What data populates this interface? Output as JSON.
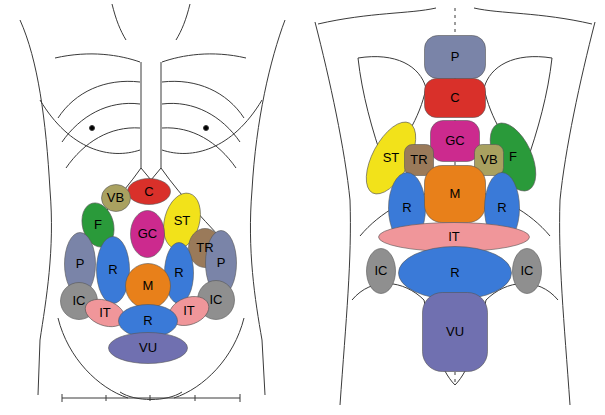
{
  "diagram": {
    "nodes": [
      {
        "text": [
          "C"
        ]
      },
      {
        "text": [
          "VB"
        ]
      },
      {
        "text": [
          "ST"
        ]
      },
      {
        "text": [
          "F"
        ]
      },
      {
        "text": [
          "GC"
        ]
      },
      {
        "text": [
          "TR"
        ]
      },
      {
        "text": [
          "P"
        ]
      },
      {
        "text": [
          "R"
        ]
      },
      {
        "text": [
          "R"
        ]
      },
      {
        "text": [
          "P"
        ]
      },
      {
        "text": [
          "M"
        ]
      },
      {
        "text": [
          "IC"
        ]
      },
      {
        "text": [
          "IC"
        ]
      },
      {
        "text": [
          "IT"
        ]
      },
      {
        "text": [
          "IT"
        ]
      },
      {
        "text": [
          "R"
        ]
      },
      {
        "text": [
          "VU"
        ]
      },
      {
        "text": [
          "P"
        ]
      },
      {
        "text": [
          "C"
        ]
      },
      {
        "text": [
          "GC"
        ]
      },
      {
        "text": [
          "F"
        ]
      },
      {
        "text": [
          "ST"
        ]
      },
      {
        "text": [
          "TR"
        ]
      },
      {
        "text": [
          "VB"
        ]
      },
      {
        "text": [
          "R"
        ]
      },
      {
        "text": [
          "M"
        ]
      },
      {
        "text": [
          "R"
        ]
      },
      {
        "text": [
          "IT"
        ]
      },
      {
        "text": [
          "IC"
        ]
      },
      {
        "text": [
          "R"
        ]
      },
      {
        "text": [
          "IC"
        ]
      },
      {
        "text": [
          "VU"
        ]
      }
    ]
  }
}
